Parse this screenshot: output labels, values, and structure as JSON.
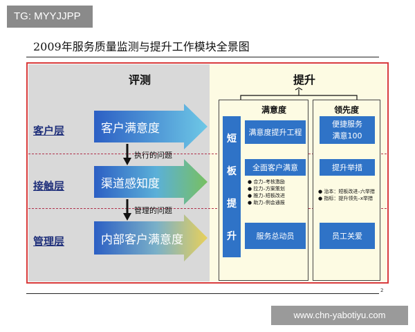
{
  "watermark_tag": "TG: MYYJJPP",
  "title": "2009年服务质量监测与提升工作模块全景图",
  "left_header": "评测",
  "right_header": "提升",
  "rows": [
    {
      "label": "客户层",
      "arrow_text": "客户满意度"
    },
    {
      "label": "接触层",
      "arrow_text": "渠道感知度"
    },
    {
      "label": "管理层",
      "arrow_text": "内部客户满意度"
    }
  ],
  "down_labels": [
    "执行的问题",
    "管理的问题"
  ],
  "short_board": [
    "短",
    "板",
    "提",
    "升"
  ],
  "satisfaction": {
    "header": "满意度",
    "box1": "满意度提升工程",
    "box2": "全面客户满意",
    "bullets": [
      "● 合力–考核激励",
      "● 拉力–方案策划",
      "● 推力–短板改进",
      "● 助力–例会通报"
    ],
    "box3": "服务总动员"
  },
  "leadership": {
    "header": "领先度",
    "box1_line1": "便捷服务",
    "box1_line2": "满意100",
    "box2": "提升举措",
    "bullets": [
      "● 治本：短板改进–六举措",
      "● 指标：提升领先–x举措"
    ],
    "box3": "员工关爱"
  },
  "page_number": "2",
  "watermark_bottom": "www.chn-yabotiyu.com",
  "colors": {
    "frame_red": "#d83a3a",
    "box_blue": "#2f73c7",
    "label_navy": "#1f2f7a",
    "right_bg": "#fdfbe3"
  }
}
